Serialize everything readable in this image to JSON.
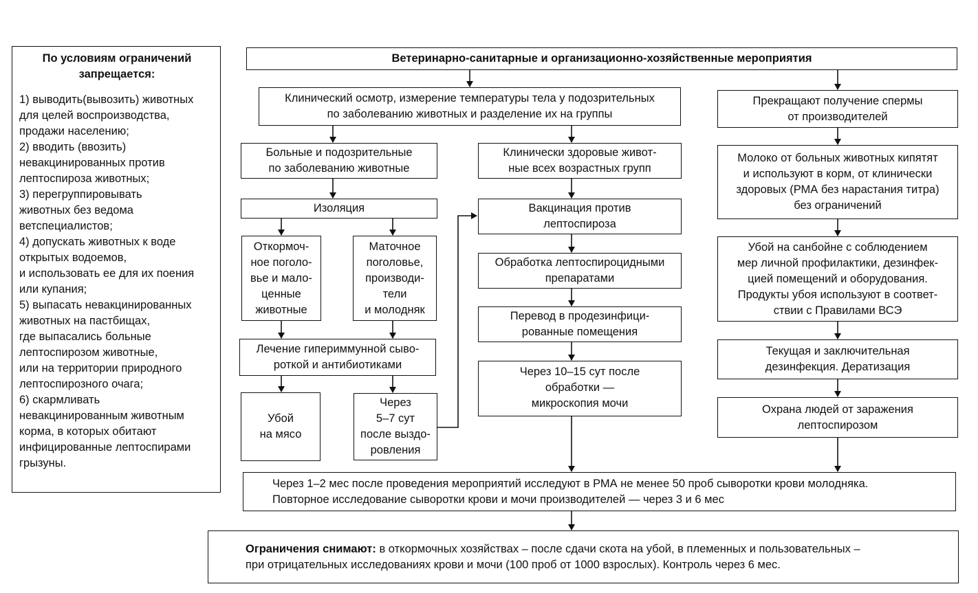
{
  "left_panel": {
    "title": [
      "По условиям ограничений",
      "запрещается:"
    ],
    "items": [
      "1) выводить(вывозить) животных",
      "для целей воспроизводства,",
      "продажи населению;",
      "2) вводить (ввозить)",
      "невакцинированных против",
      "лептоспироза животных;",
      "3) перегруппировывать",
      "животных без ведома",
      "ветспециалистов;",
      "4) допускать животных к воде",
      "открытых водоемов,",
      "и использовать ее для их поения",
      "или купания;",
      "5) выпасать невакцинированных",
      "животных на пастбищах,",
      "где выпасались больные",
      "лептоспирозом животные,",
      "или на территории природного",
      "лептоспирозного очага;",
      "6) скармливать",
      "невакцинированным животным",
      "корма, в которых обитают",
      "инфицированные лептоспирами",
      "грызуны."
    ]
  },
  "header": {
    "title": "Ветеринарно-санитарные и организационно-хозяйственные мероприятия"
  },
  "nodes": {
    "clinical_exam": [
      "Клинический осмотр, измерение температуры тела у подозрительных",
      "по заболеванию животных и разделение их на группы"
    ],
    "sick_animals": [
      "Больные и подозрительные",
      "по заболеванию животные"
    ],
    "isolation": [
      "Изоляция"
    ],
    "fattening": [
      "Откормоч-",
      "ное поголо-",
      "вье и мало-",
      "ценные",
      "животные"
    ],
    "breeding": [
      "Маточное",
      "поголовье,",
      "производи-",
      "тели",
      "и молодняк"
    ],
    "treatment": [
      "Лечение гипериммунной сыво-",
      "роткой и антибиотиками"
    ],
    "slaughter_meat": [
      "Убой",
      "на мясо"
    ],
    "after_recovery": [
      "Через",
      "5–7 сут",
      "после выздо-",
      "ровления"
    ],
    "healthy_animals": [
      "Клинически здоровые живот-",
      "ные всех возрастных групп"
    ],
    "vaccination": [
      "Вакцинация против",
      "лептоспироза"
    ],
    "leptospirocidal": [
      "Обработка лептоспироцидными",
      "препаратами"
    ],
    "transfer": [
      "Перевод в продезинфици-",
      "рованные помещения"
    ],
    "urine_microscopy": [
      "Через 10–15 сут после",
      "обработки —",
      "микроскопия  мочи"
    ],
    "stop_sperm": [
      "Прекращают получение спермы",
      "от производителей"
    ],
    "milk": [
      "Молоко от больных животных кипятят",
      "и используют в корм, от клинически",
      "здоровых (РМА без нарастания титра)",
      "без ограничений"
    ],
    "sanitary_slaughter": [
      "Убой на санбойне с соблюдением",
      "мер личной профилактики, дезинфек-",
      "цией помещений и оборудования.",
      "Продукты убоя используют в соответ-",
      "ствии с Правилами ВСЭ"
    ],
    "disinfection": [
      "Текущая и заключительная",
      "дезинфекция. Дератизация"
    ],
    "protection": [
      "Охрана людей от заражения",
      "лептоспирозом"
    ],
    "rma_study": [
      "Через 1–2 мес после проведения мероприятий исследуют в РМА не менее 50 проб сыворотки крови молодняка.",
      "Повторное исследование сыворотки крови и мочи производителей — через 3 и 6 мес"
    ]
  },
  "footer": {
    "label": "Ограничения снимают:",
    "line1": " в откормочных хозяйствах – после сдачи скота на убой, в племенных и пользовательных –",
    "line2": "при отрицательных исследованиях крови и мочи (100 проб от 1000 взрослых). Контроль через 6 мес."
  }
}
